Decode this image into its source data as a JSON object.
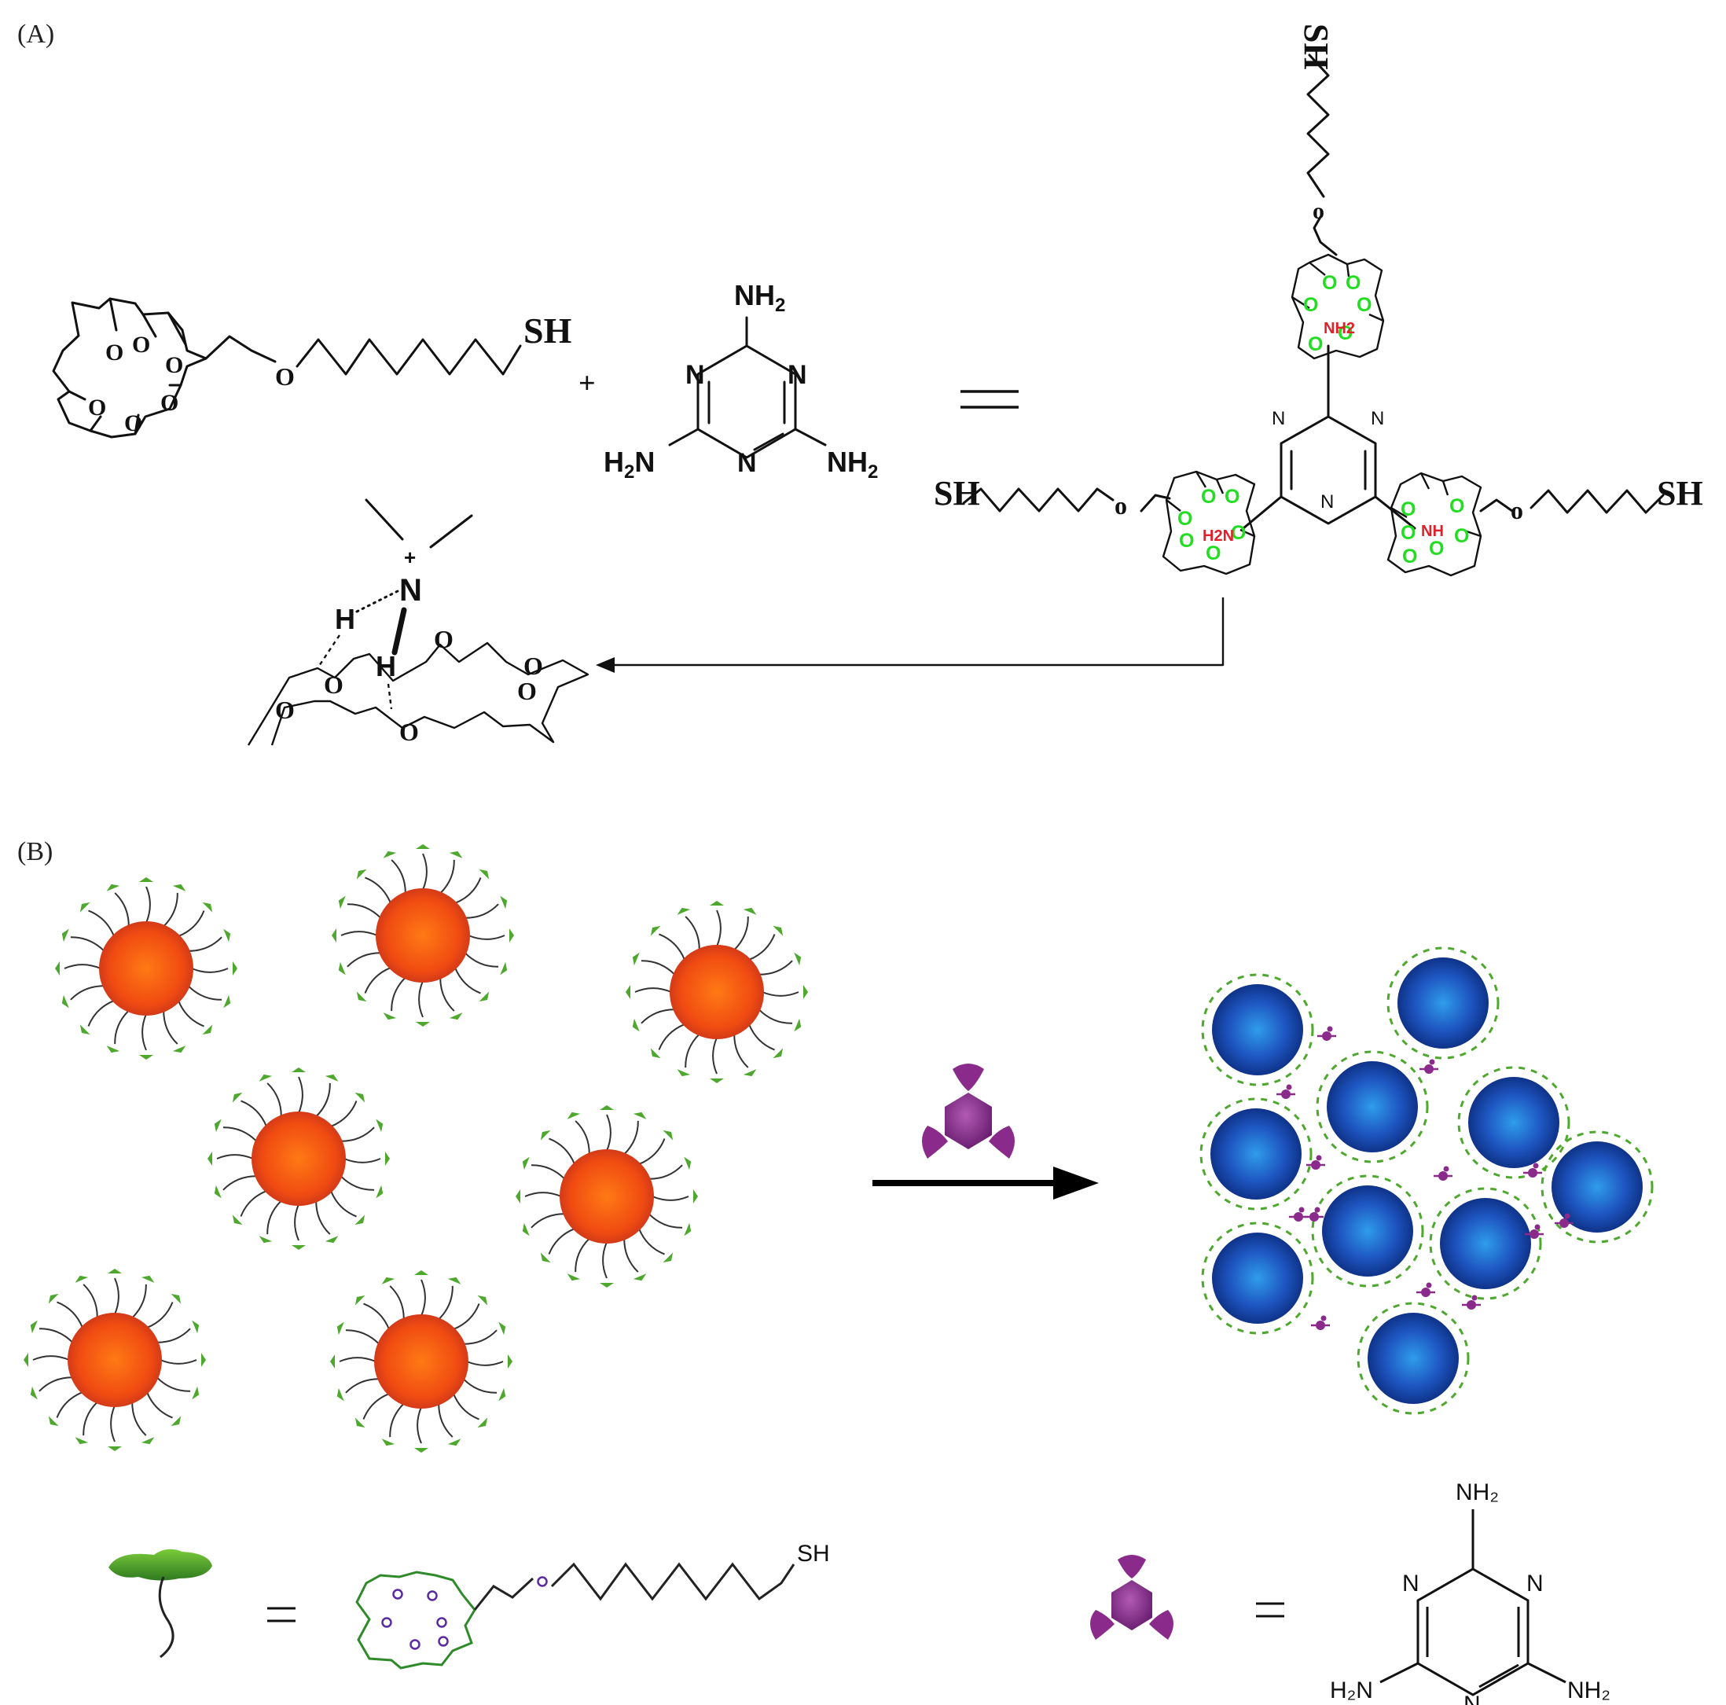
{
  "panels": {
    "a_label": "(A)",
    "b_label": "(B)"
  },
  "atoms": {
    "sh": "SH",
    "o": "O",
    "o_lower": "o",
    "n": "N",
    "nh2": "NH",
    "nh2_sub": "2",
    "h2n": "H",
    "h2n_sub": "2",
    "h2n_n": "N",
    "h": "H",
    "plus": "+",
    "green_nh2": "NH2",
    "green_h2n": "H2N",
    "green_nh": "NH"
  },
  "operators": {
    "plus": "+",
    "equals": "="
  },
  "legend": {
    "sh": "SH",
    "nh2": "NH₂",
    "h2n": "H₂N",
    "n": "N"
  },
  "colors": {
    "crown_o": "#22dd22",
    "bound_amine": "#e0202a",
    "free_np": "#ee4a10",
    "aggregated_np": "#1a4ab8",
    "ligand": "#4ea82e",
    "melamine_icon": "#8a2a8a"
  },
  "icons": {
    "ligand": "green-ligand-icon",
    "crosslinker": "purple-melamine-icon"
  }
}
